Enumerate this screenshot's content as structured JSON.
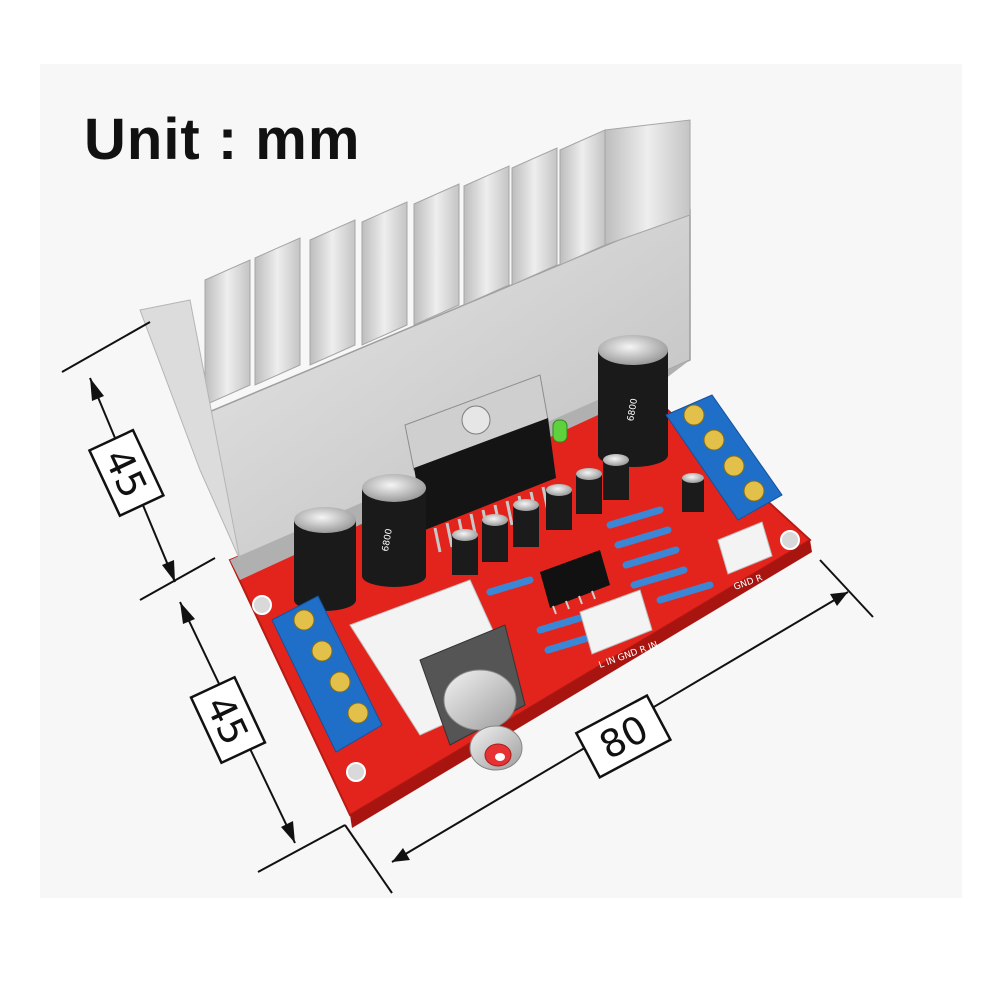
{
  "title": "Unit : mm",
  "dimensions": {
    "left_upper": "45",
    "left_lower": "45",
    "bottom": "80"
  },
  "board_labels": {
    "cap_text": "6800",
    "cap_text2": "6800",
    "connector_label": "GND R",
    "connector_label2": "L IN GND R IN"
  },
  "colors": {
    "pcb": "#e3241c",
    "heatsink": "#d6d6d6",
    "terminal": "#1f6fc9",
    "background": "#ffffff"
  }
}
